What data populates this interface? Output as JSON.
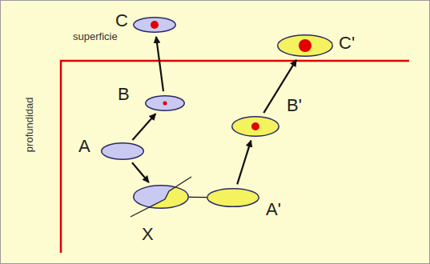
{
  "diagram": {
    "nodes": [
      {
        "text": [
          "C"
        ]
      },
      {
        "text": [
          "C'"
        ]
      },
      {
        "text": [
          "B"
        ]
      },
      {
        "text": [
          "B'"
        ]
      },
      {
        "text": [
          "A"
        ]
      },
      {
        "text": [
          "X"
        ]
      },
      {
        "text": [
          "A'"
        ]
      }
    ],
    "edges": [
      {
        "from": 4,
        "to": 2,
        "arrow": "to"
      },
      {
        "from": 2,
        "to": 0,
        "arrow": "to"
      },
      {
        "from": 4,
        "to": 5,
        "arrow": "to"
      },
      {
        "from": 5,
        "to": 6,
        "arrow": "none"
      },
      {
        "from": 6,
        "to": 3,
        "arrow": "to"
      },
      {
        "from": 3,
        "to": 1,
        "arrow": "to"
      }
    ],
    "labels": [
      "superficie",
      "profundidad"
    ]
  }
}
